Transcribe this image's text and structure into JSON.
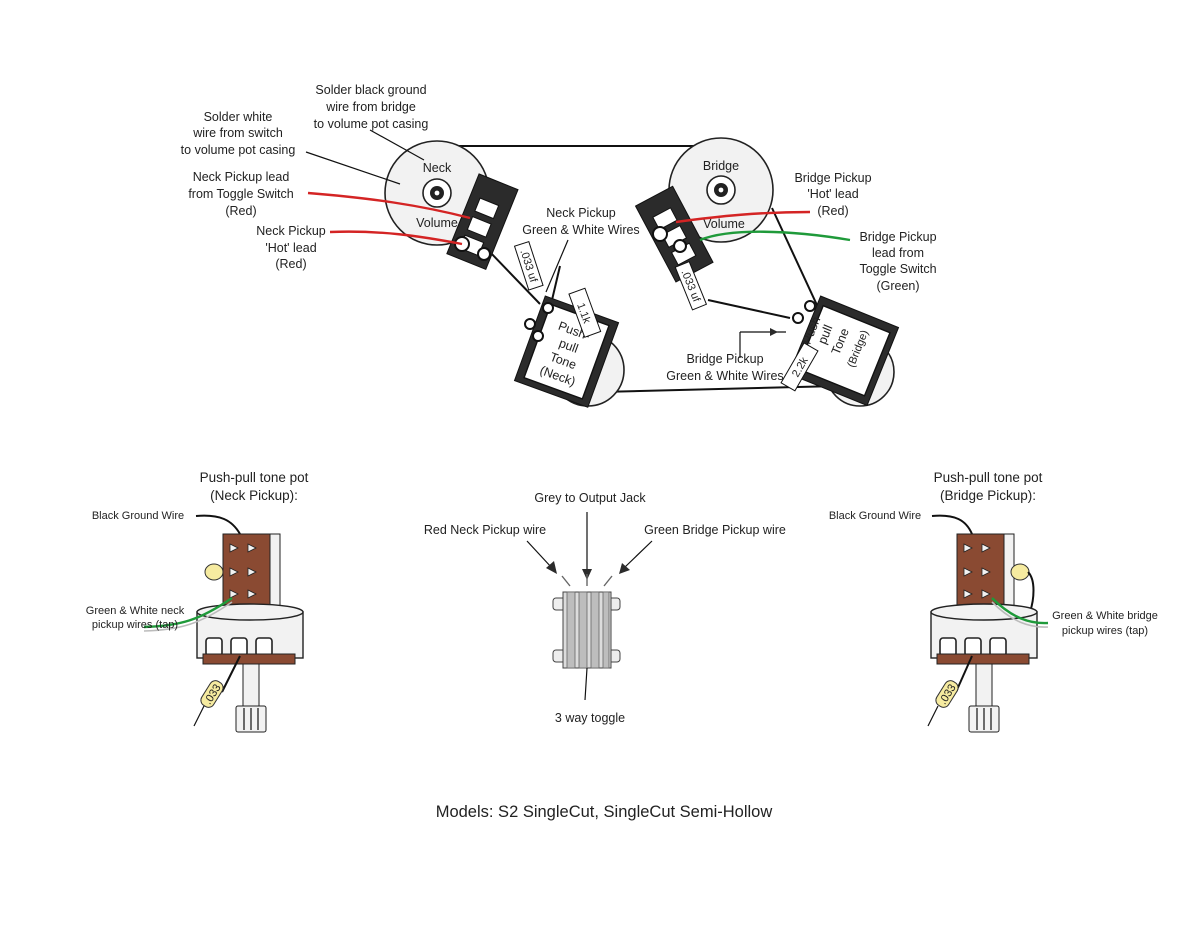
{
  "top": {
    "annotations": {
      "solder_black": [
        "Solder black ground",
        "wire from bridge",
        "to volume pot casing"
      ],
      "solder_white": [
        "Solder white",
        "wire from switch",
        "to volume pot casing"
      ],
      "neck_lead_toggle": [
        "Neck Pickup lead",
        "from Toggle Switch",
        "(Red)"
      ],
      "neck_hot": [
        "Neck Pickup",
        "'Hot' lead",
        "(Red)"
      ],
      "neck_green_white": [
        "Neck Pickup",
        "Green & White Wires"
      ],
      "bridge_hot": [
        "Bridge Pickup",
        "'Hot' lead",
        "(Red)"
      ],
      "bridge_lead_toggle": [
        "Bridge Pickup",
        "lead from",
        "Toggle Switch",
        "(Green)"
      ],
      "bridge_green_white": [
        "Bridge Pickup",
        "Green & White Wires"
      ]
    },
    "neck_volume": {
      "top_label": "Neck",
      "bottom_label": "Volume"
    },
    "bridge_volume": {
      "top_label": "Bridge",
      "bottom_label": "Volume"
    },
    "neck_tone": {
      "lines": [
        "Push-",
        "pull",
        "Tone",
        "(Neck)"
      ],
      "resistor": "1.1k",
      "capacitor": ".033 uf"
    },
    "bridge_tone": {
      "lines": [
        "Push-",
        "pull",
        "Tone",
        "(Bridge)"
      ],
      "resistor": "2.2k",
      "capacitor": ".033 uf"
    }
  },
  "bottom": {
    "neck_pot": {
      "title": [
        "Push-pull tone pot",
        "(Neck Pickup):"
      ],
      "ground": "Black Ground Wire",
      "tap": [
        "Green & White neck",
        "pickup wires (tap)"
      ],
      "cap": ".033"
    },
    "toggle": {
      "grey": "Grey to Output Jack",
      "red": "Red Neck Pickup wire",
      "green": "Green Bridge Pickup wire",
      "caption": "3 way toggle"
    },
    "bridge_pot": {
      "title": [
        "Push-pull tone pot",
        "(Bridge Pickup):"
      ],
      "ground": "Black Ground Wire",
      "tap": [
        "Green & White bridge",
        "pickup wires (tap)"
      ],
      "cap": ".033"
    }
  },
  "footer": {
    "models": "Models: S2 SingleCut, SingleCut Semi-Hollow"
  },
  "colors": {
    "red_wire": "#d42424",
    "green_wire": "#1f9a3a",
    "pot_body": "#f2f2f2",
    "switch_board": "#8a4a32",
    "capacitor": "#f6eba0"
  }
}
